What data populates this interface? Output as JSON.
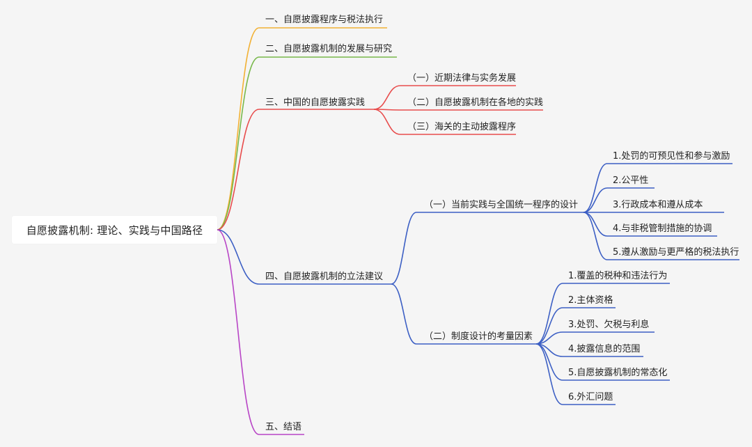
{
  "root": {
    "label": "自愿披露机制: 理论、实践与中国路径"
  },
  "colors": {
    "orange": "#f2b134",
    "green": "#78b84a",
    "red": "#e84c4c",
    "blue": "#3c5fc4",
    "purple": "#b845c6"
  },
  "branches": [
    {
      "id": "b1",
      "label": "一、自愿披露程序与税法执行",
      "color": "orange",
      "children": []
    },
    {
      "id": "b2",
      "label": "二、自愿披露机制的发展与研究",
      "color": "green",
      "children": []
    },
    {
      "id": "b3",
      "label": "三、中国的自愿披露实践",
      "color": "red",
      "children": [
        {
          "label": "（一）近期法律与实务发展"
        },
        {
          "label": "（二）自愿披露机制在各地的实践"
        },
        {
          "label": "（三）海关的主动披露程序"
        }
      ]
    },
    {
      "id": "b4",
      "label": "四、自愿披露机制的立法建议",
      "color": "blue",
      "children": [
        {
          "label": "（一）当前实践与全国统一程序的设计",
          "children": [
            {
              "label": "1.处罚的可预见性和参与激励"
            },
            {
              "label": "2.公平性"
            },
            {
              "label": "3.行政成本和遵从成本"
            },
            {
              "label": "4.与非税管制措施的协调"
            },
            {
              "label": "5.遵从激励与更严格的税法执行"
            }
          ]
        },
        {
          "label": "（二）制度设计的考量因素",
          "children": [
            {
              "label": "1.覆盖的税种和违法行为"
            },
            {
              "label": "2.主体资格"
            },
            {
              "label": "3.处罚、欠税与利息"
            },
            {
              "label": "4.披露信息的范围"
            },
            {
              "label": "5.自愿披露机制的常态化"
            },
            {
              "label": "6.外汇问题"
            }
          ]
        }
      ]
    },
    {
      "id": "b5",
      "label": "五、结语",
      "color": "purple",
      "children": []
    }
  ]
}
